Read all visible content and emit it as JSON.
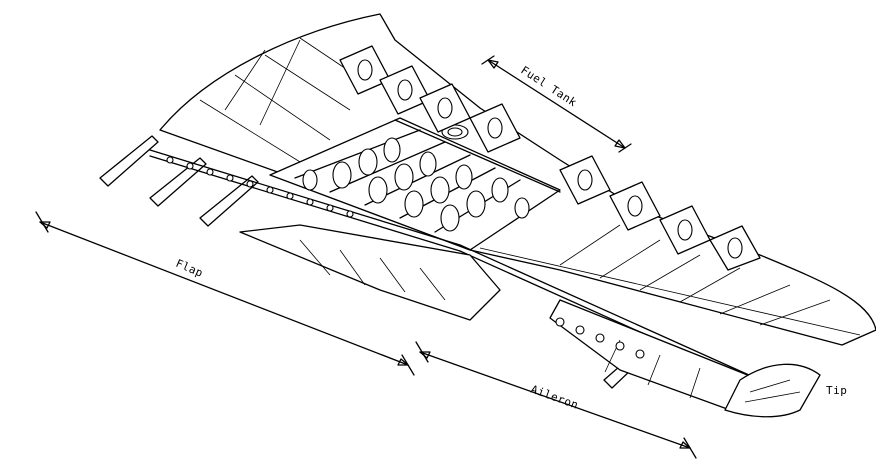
{
  "diagram": {
    "labels": {
      "fuel_tank": "Fuel Tank",
      "flap": "Flap",
      "aileron": "Aileron",
      "tip": "Tip"
    }
  }
}
